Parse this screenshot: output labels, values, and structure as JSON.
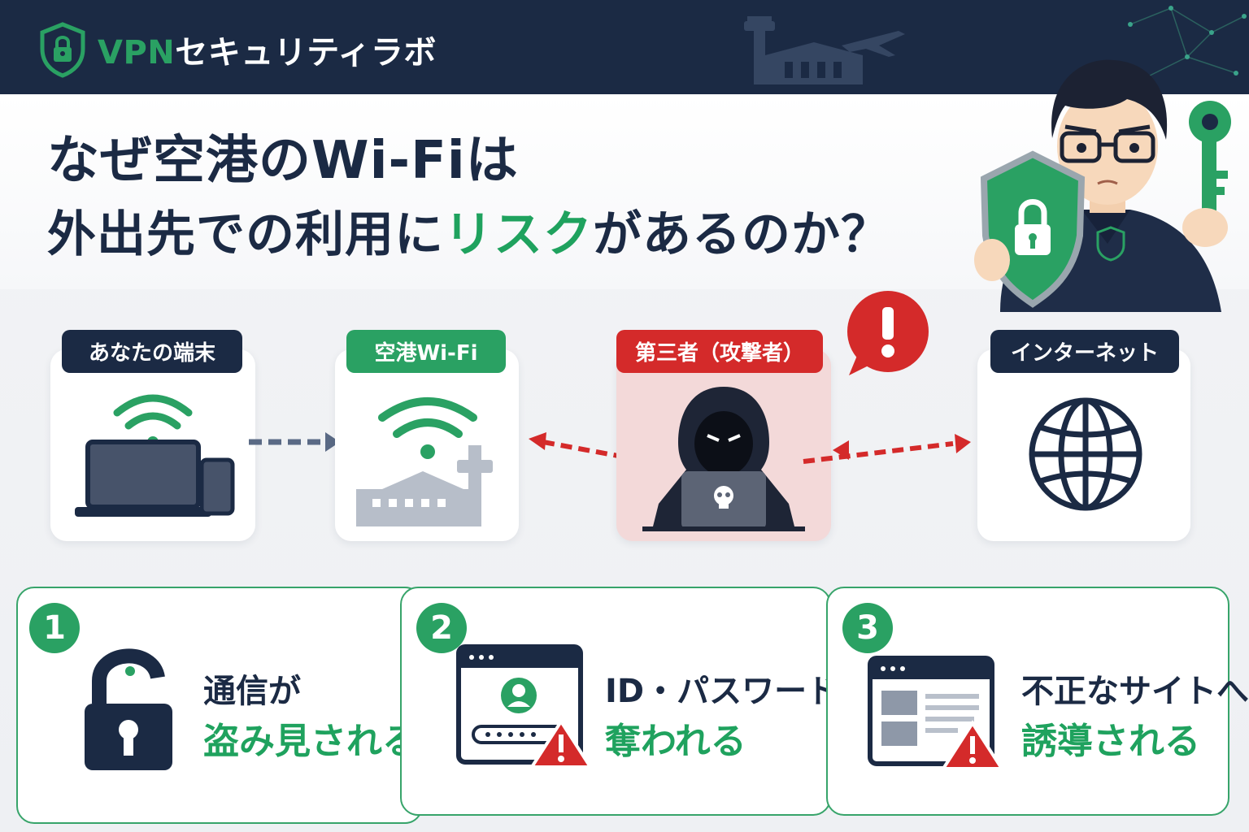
{
  "brand": {
    "name_accent": "VPN",
    "name_rest": "セキュリティラボ"
  },
  "title": {
    "line1": "なぜ空港のWi-Fiは",
    "line2_before": "外出先での利用に",
    "line2_accent": "リスク",
    "line2_after": "があるのか？"
  },
  "flow": {
    "device_label": "あなたの端末",
    "wifi_label": "空港Wi-Fi",
    "attacker_label": "第三者（攻撃者）",
    "internet_label": "インターネット",
    "alert_mark": "!"
  },
  "risks": [
    {
      "number": "1",
      "line1": "通信が",
      "line2": "盗み見される",
      "icon": "broken-padlock-icon"
    },
    {
      "number": "2",
      "line1": "ID・パスワードが",
      "line2": "奪われる",
      "icon": "login-window-icon"
    },
    {
      "number": "3",
      "line1": "不正なサイトへ",
      "line2": "誘導される",
      "icon": "fake-site-window-icon"
    }
  ],
  "colors": {
    "navy": "#1b2a44",
    "green": "#2aa163",
    "red": "#d42a2a",
    "attacker_bg": "#f3d9d9"
  }
}
